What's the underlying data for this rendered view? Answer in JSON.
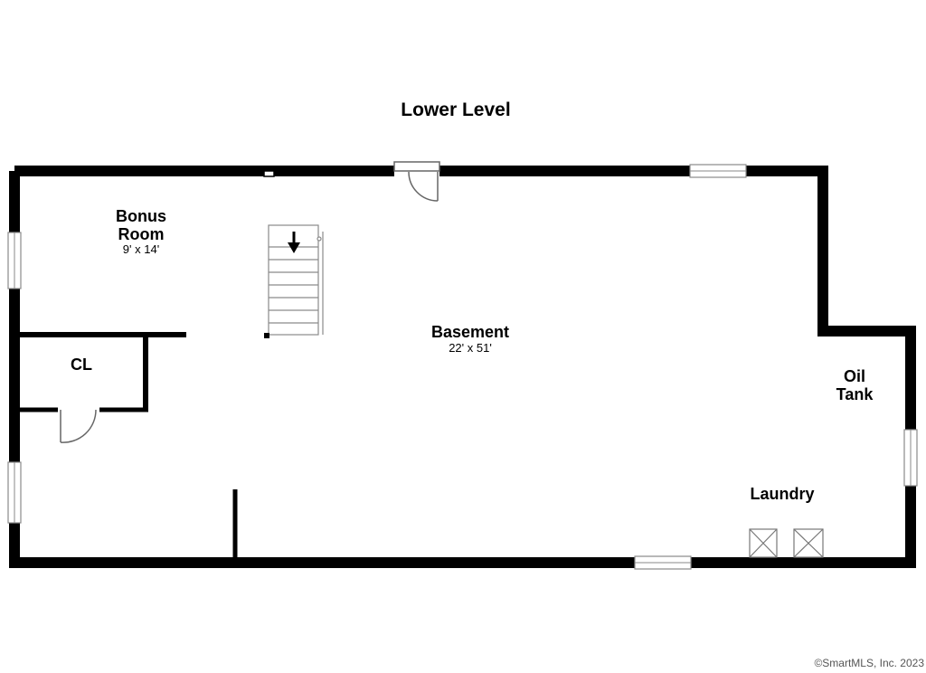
{
  "title": "Lower Level",
  "rooms": {
    "bonus_room": {
      "name_line1": "Bonus",
      "name_line2": "Room",
      "dimensions": "9' x 14'"
    },
    "closet": {
      "name": "CL"
    },
    "basement": {
      "name": "Basement",
      "dimensions": "22' x 51'"
    },
    "oil_tank": {
      "name_line1": "Oil",
      "name_line2": "Tank"
    },
    "laundry": {
      "name": "Laundry"
    }
  },
  "copyright": "©SmartMLS, Inc.  2023",
  "colors": {
    "wall": "#000000",
    "window_fill": "#ffffff",
    "window_line": "#8a8a8a",
    "fixture_line": "#777777"
  }
}
